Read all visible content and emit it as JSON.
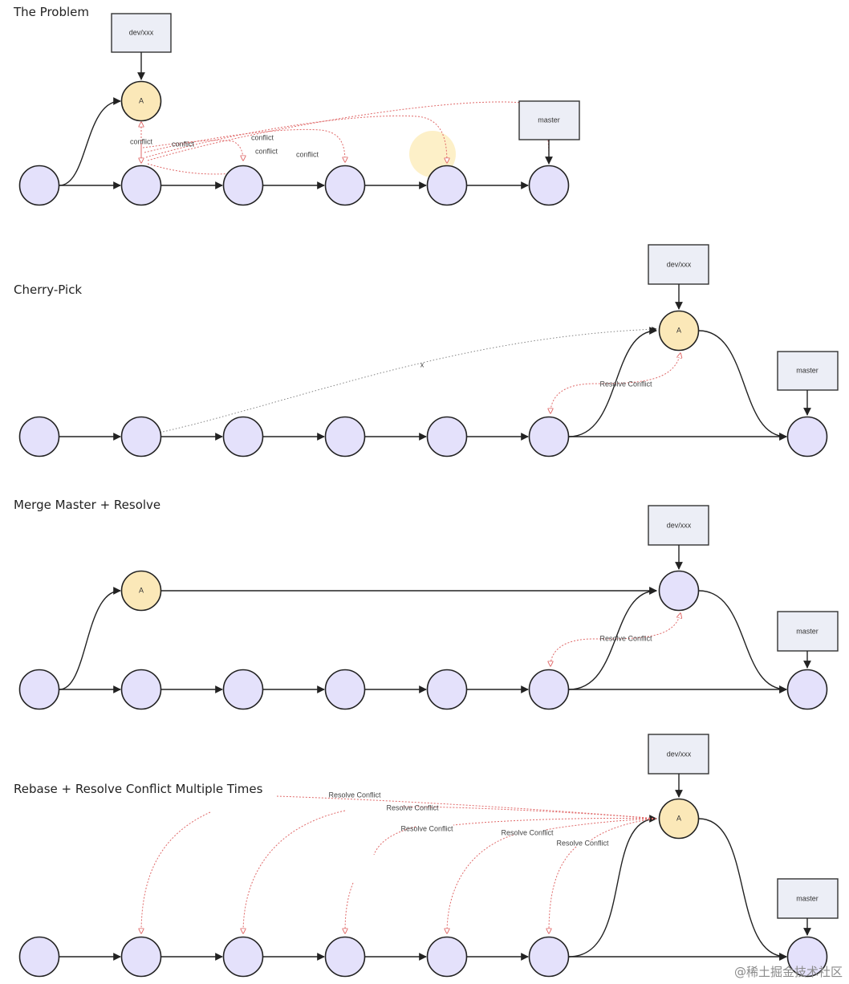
{
  "sections": [
    {
      "title": "The Problem"
    },
    {
      "title": "Cherry-Pick"
    },
    {
      "title": "Merge Master + Resolve"
    },
    {
      "title": "Rebase + Resolve Conflict Multiple Times"
    }
  ],
  "commit_label": "A",
  "branches": {
    "dev": "dev/xxx",
    "master": "master"
  },
  "labels": {
    "conflict": "conflict",
    "resolve_conflict": "Resolve Conflict",
    "cherry_mark": "x"
  },
  "watermark": "@稀土掘金技术社区",
  "colors": {
    "commit_fill": "#e4e1fb",
    "commit_a_fill": "#fbe8b8",
    "branch_fill": "#eceef6",
    "conflict_line": "#e06a6a"
  }
}
